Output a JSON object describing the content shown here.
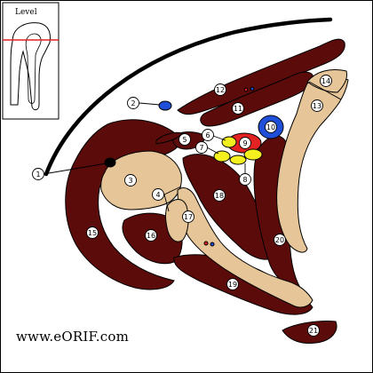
{
  "inset": {
    "label": "Level"
  },
  "labels": [
    "1",
    "2",
    "3",
    "4",
    "5",
    "6",
    "7",
    "8",
    "9",
    "10",
    "11",
    "12",
    "13",
    "14",
    "15",
    "16",
    "17",
    "18",
    "19",
    "20",
    "21"
  ],
  "watermark": "www.eORIF.com",
  "colors": {
    "muscle": "#5c0b0b",
    "bone": "#e6c698",
    "artery": "#e32222",
    "vein": "#1f4fd9",
    "nerve": "#f4ef1e",
    "level_line": "#e32222"
  }
}
